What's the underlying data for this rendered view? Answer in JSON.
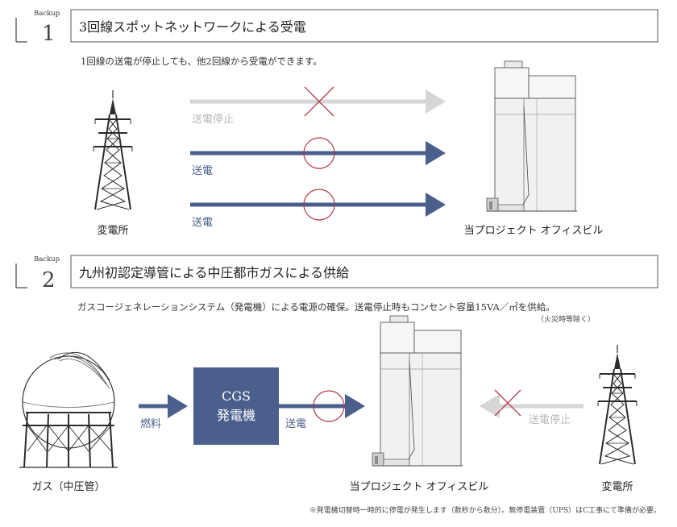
{
  "colors": {
    "blue": "#4a5f8c",
    "gray_arrow": "#d6d6d6",
    "red_mark": "#b03a48",
    "tower": "#2b2b2b",
    "building": "#f1f1f1"
  },
  "section1": {
    "backup_label": "Backup",
    "number": "1",
    "title": "3回線スポットネットワークによる受電",
    "description": "1回線の送電が停止しても、他2回線から受電ができます。",
    "substation_label": "変電所",
    "building_label": "当プロジェクト オフィスビル",
    "lines": [
      {
        "label": "送電停止",
        "status": "stopped",
        "mark": "cross"
      },
      {
        "label": "送電",
        "status": "active",
        "mark": "circle"
      },
      {
        "label": "送電",
        "status": "active",
        "mark": "circle"
      }
    ]
  },
  "section2": {
    "backup_label": "Backup",
    "number": "2",
    "title": "九州初認定導管による中圧都市ガスによる供給",
    "description": "ガスコージェネレーションシステム（発電機）による電源の確保。送電停止時もコンセント容量15VA／㎡を供給。",
    "description_note": "（火災時等除く）",
    "gas_label": "ガス（中圧管）",
    "fuel_label": "燃料",
    "cgs_line1": "CGS",
    "cgs_line2": "発電機",
    "supply_label": "送電",
    "stopped_label": "送電停止",
    "building_label": "当プロジェクト オフィスビル",
    "substation_label": "変電所",
    "footnote": "※発電機切替時一時的に停電が発生します（数秒から数分）。無停電装置（UPS）はC工事にて準備が必要。"
  }
}
